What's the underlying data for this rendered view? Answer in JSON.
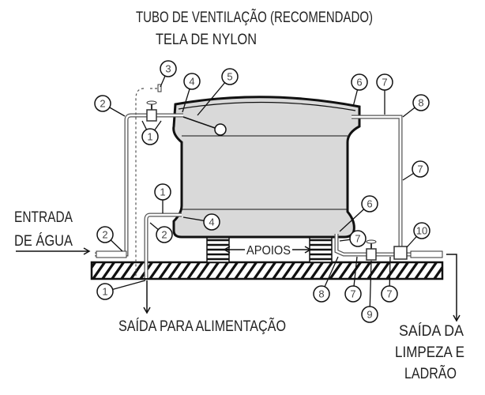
{
  "title": "Instalação de caixa d'água",
  "labels": {
    "vent_tube": "TUBO DE VENTILAÇÃO (RECOMENDADO)",
    "nylon_screen": "TELA DE NYLON",
    "inlet_line1": "ENTRADA",
    "inlet_line2": "DE ÁGUA",
    "supports": "APOIOS",
    "supply_outlet": "SAÍDA PARA ALIMENTAÇÃO",
    "drain_line1": "SAÍDA DA",
    "drain_line2": "LIMPEZA E",
    "drain_line3": "LADRÃO"
  },
  "callouts": [
    "2",
    "3",
    "4",
    "5",
    "1",
    "6",
    "7",
    "8",
    "7",
    "1",
    "4",
    "2",
    "6",
    "7",
    "10",
    "2",
    "1",
    "8",
    "7",
    "7",
    "9"
  ],
  "colors": {
    "tank": "#d9d9d9",
    "outline": "#111111",
    "pipe": "#555555"
  }
}
